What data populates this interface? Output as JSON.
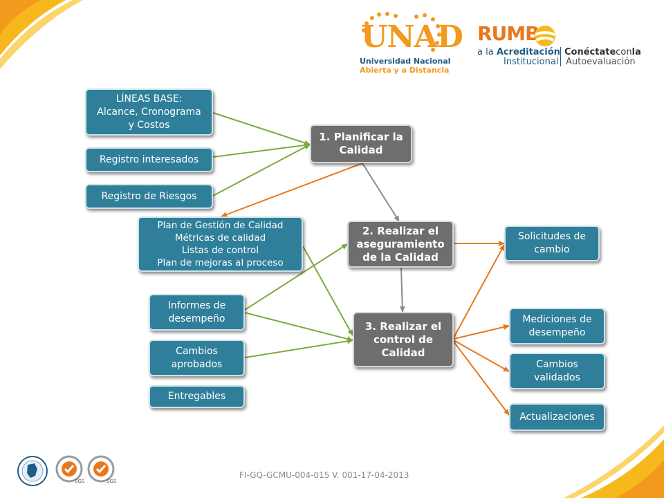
{
  "header": {
    "unad": {
      "logo_letters": "UNAD",
      "name_line1": "Universidad Nacional",
      "name_line2": "Abierta y a Distancia"
    },
    "rumbo": {
      "logo_word": "RUMB",
      "line1_prefix": "a la ",
      "line1_bold": "Acreditación",
      "line2": "Institucional",
      "tag_bold1": "Conéctate",
      "tag_light": "con",
      "tag_bold2": "la",
      "tag_line2": "Autoevaluación"
    }
  },
  "colors": {
    "node_blue": "#2f7f9a",
    "node_gray": "#6e6e6e",
    "edge_green": "#7aab3c",
    "edge_orange": "#e8781e",
    "edge_gray": "#8c8c8c"
  },
  "nodes": {
    "lineas_base": "LÍNEAS BASE:\nAlcance,  Cronograma\ny Costos",
    "registro_interesados": "Registro interesados",
    "registro_riesgos": "Registro de Riesgos",
    "planificar": "1. Planificar la\nCalidad",
    "plan_gestion": "Plan de Gestión de Calidad\nMétricas de calidad\nListas de control\nPlan de mejoras al proceso",
    "asegurar": "2. Realizar el\naseguramiento\nde la Calidad",
    "solicitudes": "Solicitudes de\ncambio",
    "informes": "Informes de\ndesempeño",
    "control": "3. Realizar el\ncontrol de\nCalidad",
    "mediciones": "Mediciones de\ndesempeño",
    "cambios_aprobados": "Cambios\naprobados",
    "cambios_validados": "Cambios\nvalidados",
    "entregables": "Entregables",
    "actualizaciones": "Actualizaciones"
  },
  "edges": [
    {
      "from": "lineas_base",
      "to": "planificar",
      "color": "green"
    },
    {
      "from": "registro_interesados",
      "to": "planificar",
      "color": "green"
    },
    {
      "from": "registro_riesgos",
      "to": "planificar",
      "color": "green"
    },
    {
      "from": "planificar",
      "to": "plan_gestion",
      "color": "orange"
    },
    {
      "from": "planificar",
      "to": "asegurar",
      "color": "gray"
    },
    {
      "from": "asegurar",
      "to": "control",
      "color": "gray"
    },
    {
      "from": "asegurar",
      "to": "solicitudes",
      "color": "orange"
    },
    {
      "from": "plan_gestion",
      "to": "control",
      "color": "green"
    },
    {
      "from": "informes",
      "to": "asegurar",
      "color": "green"
    },
    {
      "from": "informes",
      "to": "control",
      "color": "green"
    },
    {
      "from": "cambios_aprobados",
      "to": "control",
      "color": "green"
    },
    {
      "from": "control",
      "to": "solicitudes",
      "color": "orange"
    },
    {
      "from": "control",
      "to": "mediciones",
      "color": "orange"
    },
    {
      "from": "control",
      "to": "cambios_validados",
      "color": "orange"
    },
    {
      "from": "control",
      "to": "actualizaciones",
      "color": "orange"
    }
  ],
  "footer": {
    "code": "FI-GQ-GCMU-004-015  V. 001-17-04-2013",
    "cert_label": "SGS"
  }
}
